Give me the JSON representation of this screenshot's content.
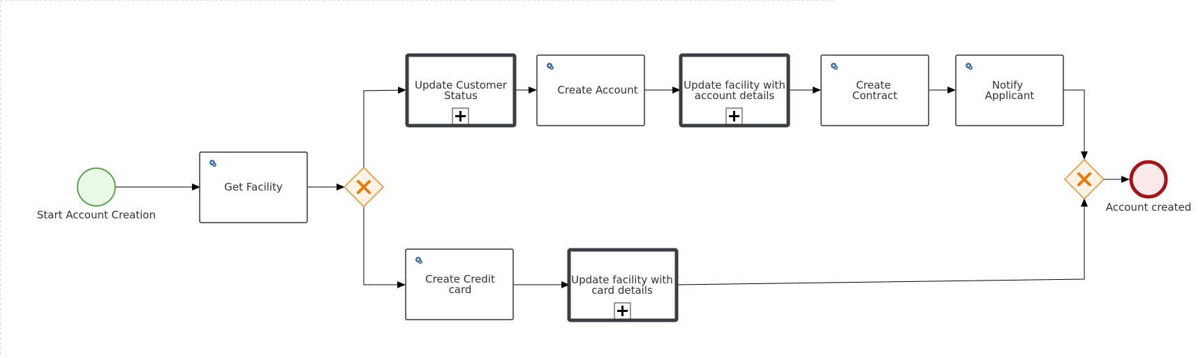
{
  "diagram": {
    "start_event": {
      "label": "Start Account Creation"
    },
    "end_event": {
      "label": "Account created"
    },
    "tasks": {
      "get_facility": {
        "lines": [
          "Get Facility"
        ]
      },
      "update_customer_status": {
        "lines": [
          "Update Customer",
          "Status"
        ]
      },
      "create_account": {
        "lines": [
          "Create Account"
        ]
      },
      "update_facility_account": {
        "lines": [
          "Update facility with",
          "account details"
        ]
      },
      "create_contract": {
        "lines": [
          "Create",
          "Contract"
        ]
      },
      "notify_applicant": {
        "lines": [
          "Notify",
          "Applicant"
        ]
      },
      "create_credit_card": {
        "lines": [
          "Create Credit",
          "card"
        ]
      },
      "update_facility_card": {
        "lines": [
          "Update facility with",
          "card details"
        ]
      }
    },
    "icons": {
      "service_task": "service-task-icon",
      "subprocess_marker": "subprocess-expand-icon",
      "gateway": "exclusive-gateway-icon"
    },
    "colors": {
      "start_stroke": "#5ea14f",
      "start_fill": "#e9f7e5",
      "end_stroke": "#a1161b",
      "end_fill": "#fbe8e8",
      "gateway_stroke": "#e8892b",
      "gateway_fill": "#fff3e6",
      "gateway_mark": "#e8780d",
      "task_stroke": "#333333",
      "subprocess_stroke": "#3a3d41",
      "icon_blue": "#3d6fa6"
    }
  }
}
